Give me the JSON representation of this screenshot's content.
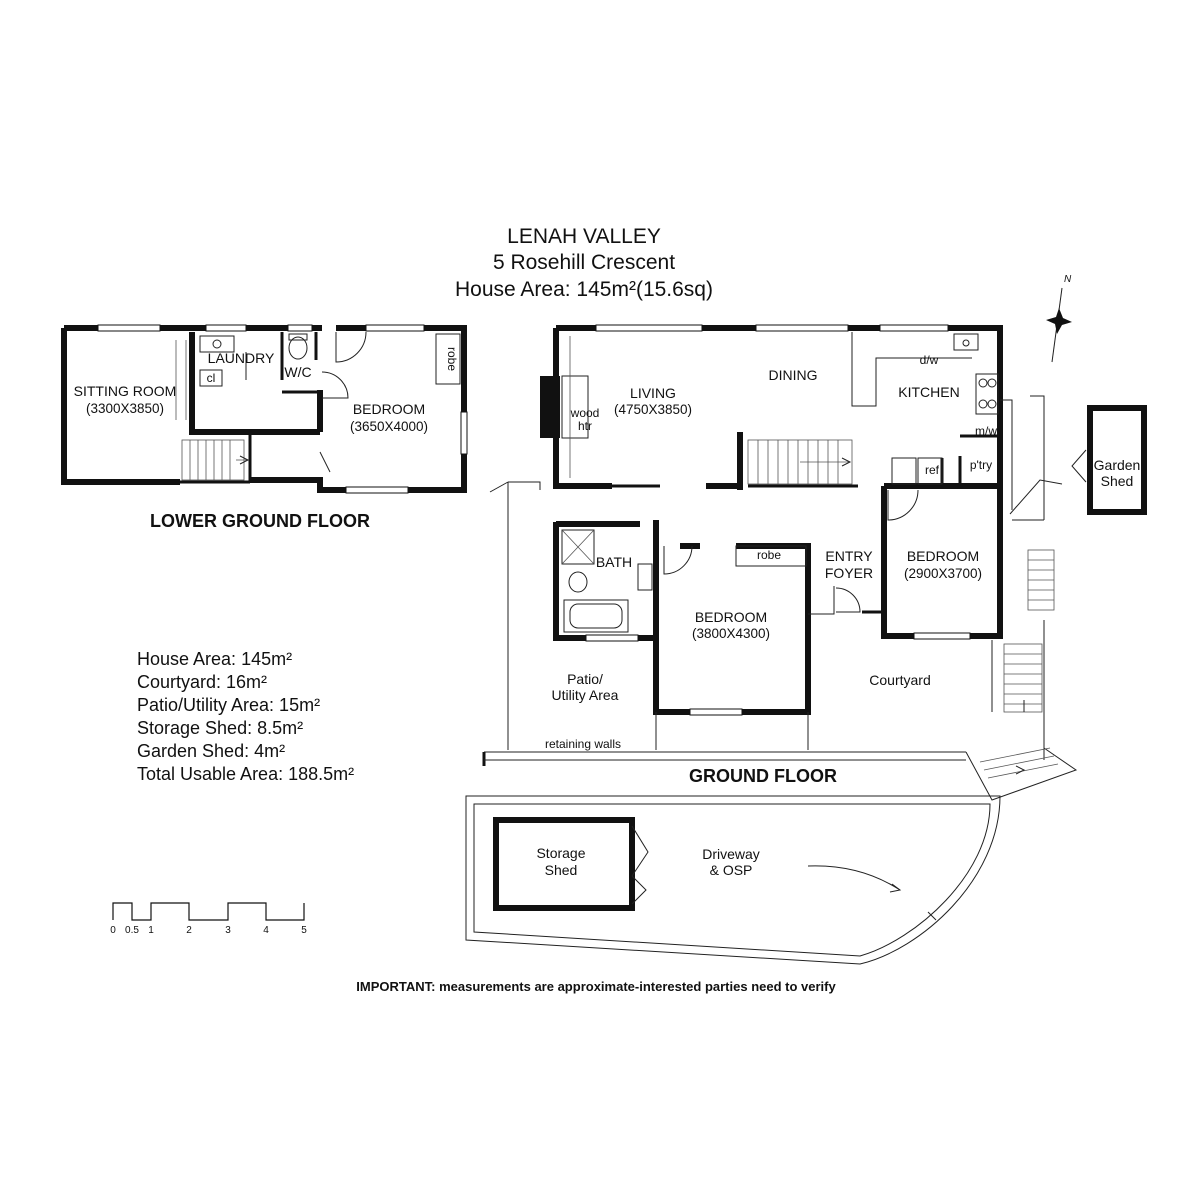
{
  "header": {
    "suburb": "LENAH VALLEY",
    "address": "5 Rosehill Crescent",
    "house_area": "House Area: 145m²(15.6sq)"
  },
  "north_label": "N",
  "lower_ground_floor": {
    "title": "LOWER GROUND FLOOR",
    "sitting_room": {
      "name": "SITTING ROOM",
      "dims": "(3300X3850)"
    },
    "laundry": "LAUNDRY",
    "wc": "W/C",
    "cl": "cl",
    "robe": "robe",
    "bedroom": {
      "name": "BEDROOM",
      "dims": "(3650X4000)"
    }
  },
  "ground_floor": {
    "title": "GROUND FLOOR",
    "living": {
      "name": "LIVING",
      "dims": "(4750X3850)"
    },
    "dining": "DINING",
    "kitchen": "KITCHEN",
    "dw": "d/w",
    "mw": "m/w",
    "ref": "ref",
    "pantry": "p'try",
    "wood_heater": {
      "line1": "wood",
      "line2": "htr"
    },
    "bath": "BATH",
    "bedroom_main": {
      "name": "BEDROOM",
      "dims": "(3800X4300)",
      "robe": "robe"
    },
    "entry": {
      "line1": "ENTRY",
      "line2": "FOYER"
    },
    "bedroom_2": {
      "name": "BEDROOM",
      "dims": "(2900X3700)"
    },
    "patio": {
      "line1": "Patio/",
      "line2": "Utility Area"
    },
    "courtyard": "Courtyard",
    "retaining_walls": "retaining walls",
    "garden_shed": {
      "line1": "Garden",
      "line2": "Shed"
    },
    "storage_shed": {
      "line1": "Storage",
      "line2": "Shed"
    },
    "driveway": {
      "line1": "Driveway",
      "line2": "& OSP"
    }
  },
  "areas": [
    "House Area: 145m²",
    "Courtyard: 16m²",
    "Patio/Utility Area: 15m²",
    "Storage Shed: 8.5m²",
    "Garden Shed: 4m²",
    "Total Usable Area: 188.5m²"
  ],
  "scale_bar": {
    "labels": [
      "0",
      "0.5",
      "1",
      "2",
      "3",
      "4",
      "5"
    ]
  },
  "disclaimer": "IMPORTANT: measurements are approximate-interested parties need to verify"
}
